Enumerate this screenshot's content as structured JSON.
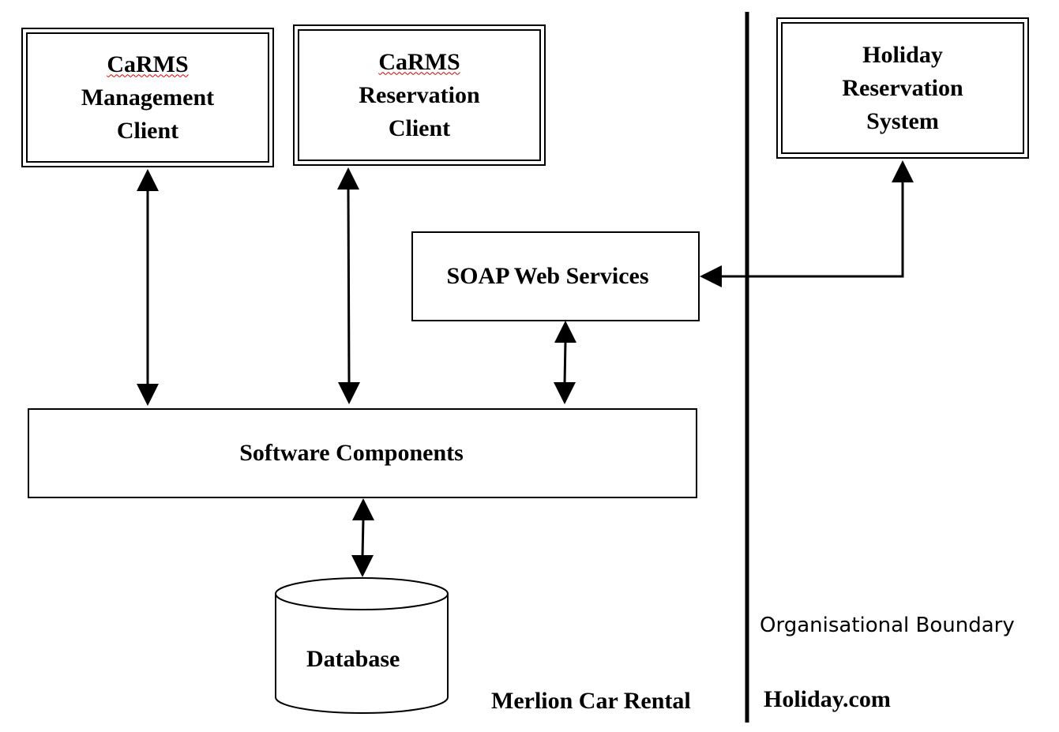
{
  "nodes": {
    "management_client": {
      "line1": "CaRMS",
      "line2": "Management",
      "line3": "Client"
    },
    "reservation_client": {
      "line1": "CaRMS",
      "line2": "Reservation",
      "line3": "Client"
    },
    "holiday_system": {
      "line1": "Holiday",
      "line2": "Reservation",
      "line3": "System"
    },
    "soap": {
      "label": "SOAP Web Services"
    },
    "software": {
      "label": "Software Components"
    },
    "database": {
      "label": "Database"
    }
  },
  "labels": {
    "boundary": "Organisational Boundary",
    "left_org": "Merlion Car Rental",
    "right_org": "Holiday.com"
  },
  "colors": {
    "stroke": "#000000",
    "spellcheck_underline": "#d40000"
  }
}
